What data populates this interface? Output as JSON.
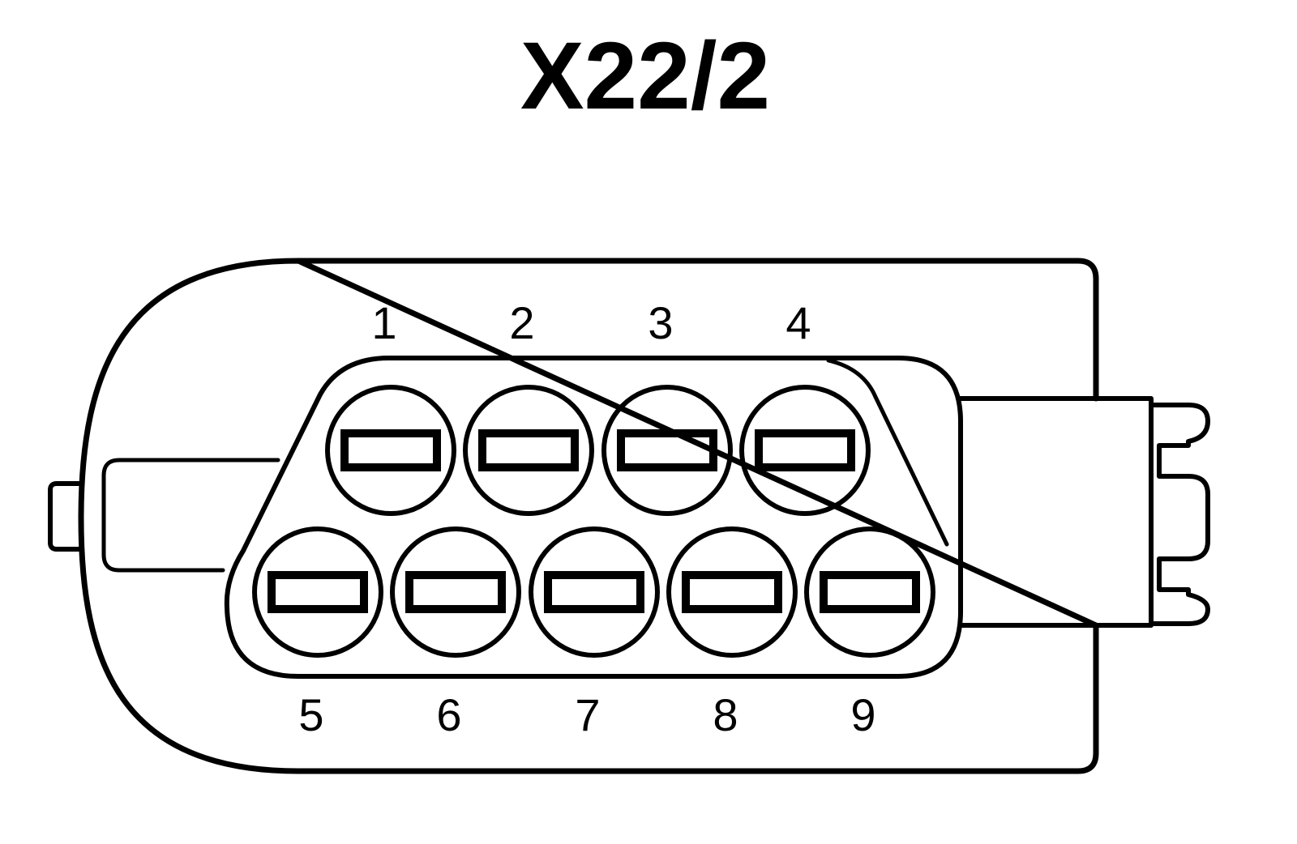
{
  "diagram": {
    "title": "X22/2",
    "line_color": "#000000",
    "background_color": "#ffffff",
    "pins": [
      {
        "label": "1"
      },
      {
        "label": "2"
      },
      {
        "label": "3"
      },
      {
        "label": "4"
      },
      {
        "label": "5"
      },
      {
        "label": "6"
      },
      {
        "label": "7"
      },
      {
        "label": "8"
      },
      {
        "label": "9"
      }
    ]
  }
}
